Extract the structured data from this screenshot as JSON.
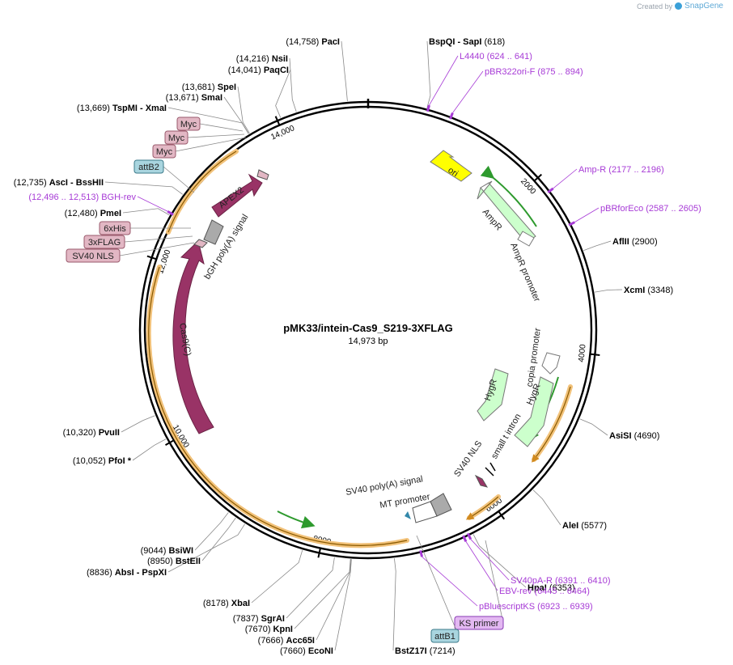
{
  "header": {
    "credit_prefix": "Created by",
    "credit_brand": "SnapGene"
  },
  "plasmid": {
    "name": "pMK33/intein-Cas9_S219-3XFLAG",
    "length_label": "14,973 bp",
    "length": 14973
  },
  "ruler_ticks": [
    "2000",
    "4000",
    "6000",
    "8000",
    "10,000",
    "12,000",
    "14,000"
  ],
  "sites": [
    {
      "name": "PacI",
      "pos_label": "(14,758)",
      "pos": 14758,
      "side": "left"
    },
    {
      "name": "BspQI",
      "suffix": " - SapI",
      "pos_label": "(618)",
      "pos": 618,
      "side": "right"
    },
    {
      "name": "NsiI",
      "pos_label": "(14,216)",
      "pos": 14216,
      "side": "left"
    },
    {
      "name": "PaqCI",
      "pos_label": "(14,041)",
      "pos": 14041,
      "side": "left"
    },
    {
      "name": "SpeI",
      "pos_label": "(13,681)",
      "pos": 13681,
      "side": "left"
    },
    {
      "name": "SmaI",
      "pos_label": "(13,671)",
      "pos": 13671,
      "side": "left"
    },
    {
      "name": "TspMI",
      "suffix": " - XmaI",
      "pos_label": "(13,669)",
      "pos": 13669,
      "side": "left"
    },
    {
      "name": "AscI",
      "suffix": " - BssHII",
      "pos_label": "(12,735)",
      "pos": 12735,
      "side": "left"
    },
    {
      "name": "PmeI",
      "pos_label": "(12,480)",
      "pos": 12480,
      "side": "left"
    },
    {
      "name": "AflII",
      "pos_label": "(2900)",
      "pos": 2900,
      "side": "right"
    },
    {
      "name": "XcmI",
      "pos_label": "(3348)",
      "pos": 3348,
      "side": "right"
    },
    {
      "name": "AsiSI",
      "pos_label": "(4690)",
      "pos": 4690,
      "side": "right"
    },
    {
      "name": "AleI",
      "pos_label": "(5577)",
      "pos": 5577,
      "side": "right"
    },
    {
      "name": "HpaI",
      "pos_label": "(6353)",
      "pos": 6353,
      "side": "right"
    },
    {
      "name": "BstZ17I",
      "pos_label": "(7214)",
      "pos": 7214,
      "side": "right"
    },
    {
      "name": "EcoNI",
      "pos_label": "(7660)",
      "pos": 7660,
      "side": "left"
    },
    {
      "name": "Acc65I",
      "pos_label": "(7666)",
      "pos": 7666,
      "side": "left"
    },
    {
      "name": "KpnI",
      "pos_label": "(7670)",
      "pos": 7670,
      "side": "left"
    },
    {
      "name": "SgrAI",
      "pos_label": "(7837)",
      "pos": 7837,
      "side": "left"
    },
    {
      "name": "XbaI",
      "pos_label": "(8178)",
      "pos": 8178,
      "side": "left"
    },
    {
      "name": "AbsI",
      "suffix": " - PspXI",
      "pos_label": "(8836)",
      "pos": 8836,
      "side": "left"
    },
    {
      "name": "BstEII",
      "pos_label": "(8950)",
      "pos": 8950,
      "side": "left"
    },
    {
      "name": "BsiWI",
      "pos_label": "(9044)",
      "pos": 9044,
      "side": "left"
    },
    {
      "name": "PfoI *",
      "pos_label": "(10,052)",
      "pos": 10052,
      "side": "left"
    },
    {
      "name": "PvuII",
      "pos_label": "(10,320)",
      "pos": 10320,
      "side": "left"
    }
  ],
  "primers": [
    {
      "name": "L4440",
      "range": "(624 .. 641)",
      "pos": 632
    },
    {
      "name": "pBR322ori-F",
      "range": "(875 .. 894)",
      "pos": 884
    },
    {
      "name": "Amp-R",
      "range": "(2177 .. 2196)",
      "pos": 2186
    },
    {
      "name": "pBRforEco",
      "range": "(2587 .. 2605)",
      "pos": 2596
    },
    {
      "name": "SV40pA-R",
      "range": "(6391 .. 6410)",
      "pos": 6400
    },
    {
      "name": "EBV-rev",
      "range": "(6445 .. 6464)",
      "pos": 6454
    },
    {
      "name": "pBluescriptKS",
      "range": "(6923 .. 6939)",
      "pos": 6931
    },
    {
      "name": "BGH-rev",
      "range": "(12,496 .. 12,513)",
      "pos": 12504
    }
  ],
  "tags": [
    {
      "name": "KS primer",
      "color": "#e3b8f2",
      "border": "#8a3bb5"
    },
    {
      "name": "attB1",
      "color": "#a9d5df",
      "border": "#3b7a8a"
    },
    {
      "name": "attB2",
      "color": "#a9d5df",
      "border": "#3b7a8a"
    },
    {
      "name": "Myc",
      "color": "#e2b7c4",
      "border": "#9a5a6c"
    },
    {
      "name": "Myc",
      "color": "#e2b7c4",
      "border": "#9a5a6c"
    },
    {
      "name": "Myc",
      "color": "#e2b7c4",
      "border": "#9a5a6c"
    },
    {
      "name": "6xHis",
      "color": "#e2b7c4",
      "border": "#9a5a6c"
    },
    {
      "name": "3xFLAG",
      "color": "#e2b7c4",
      "border": "#9a5a6c"
    },
    {
      "name": "SV40 NLS",
      "color": "#e2b7c4",
      "border": "#9a5a6c"
    }
  ],
  "features": [
    {
      "name": "ori",
      "type": "rep_origin",
      "color": "#ffff00"
    },
    {
      "name": "AmpR",
      "type": "cds",
      "color": "#ccffcc"
    },
    {
      "name": "AmpR promoter",
      "type": "promoter",
      "color": "#ffffff"
    },
    {
      "name": "copia promoter",
      "type": "promoter",
      "color": "#ffffff"
    },
    {
      "name": "HygR",
      "type": "cds",
      "color": "#ccffcc"
    },
    {
      "name": "HygR",
      "type": "cds",
      "color": "#ccffcc"
    },
    {
      "name": "small t intron",
      "type": "intron",
      "color": "#ffffff"
    },
    {
      "name": "SV40 NLS",
      "type": "nls",
      "color": "#993366"
    },
    {
      "name": "SV40 poly(A) signal",
      "type": "polyA",
      "color": "#aaaaaa"
    },
    {
      "name": "MT promoter",
      "type": "promoter",
      "color": "#ffffff"
    },
    {
      "name": "Cas9(C)",
      "type": "cds",
      "color": "#993366"
    },
    {
      "name": "APEX2",
      "type": "cds",
      "color": "#993366"
    },
    {
      "name": "bGH poly(A) signal",
      "type": "polyA",
      "color": "#aaaaaa"
    }
  ],
  "colors": {
    "backbone": "#000000",
    "orf": "#f2c27a",
    "orf_core": "#8a5a00",
    "primer": "#a73bd6",
    "feature_green": "#33aa33",
    "site_line": "#888888"
  }
}
